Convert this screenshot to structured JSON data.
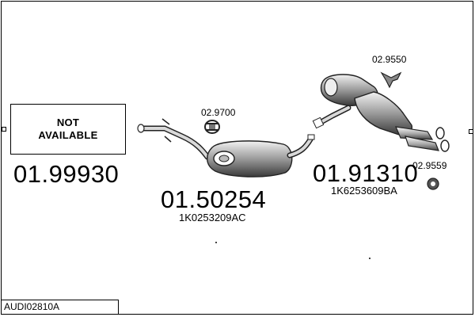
{
  "code": "AUDI02810A",
  "not_available": {
    "line1": "NOT",
    "line2": "AVAILABLE"
  },
  "parts": {
    "front": {
      "number": "01.99930"
    },
    "middle": {
      "number": "01.50254",
      "oem": "1K0253209AC"
    },
    "rear": {
      "number": "01.91310",
      "oem": "1K6253609BA"
    }
  },
  "accessories": {
    "clamp_mid": "02.9700",
    "hanger_top": "02.9550",
    "rubber_ring": "02.9559"
  }
}
